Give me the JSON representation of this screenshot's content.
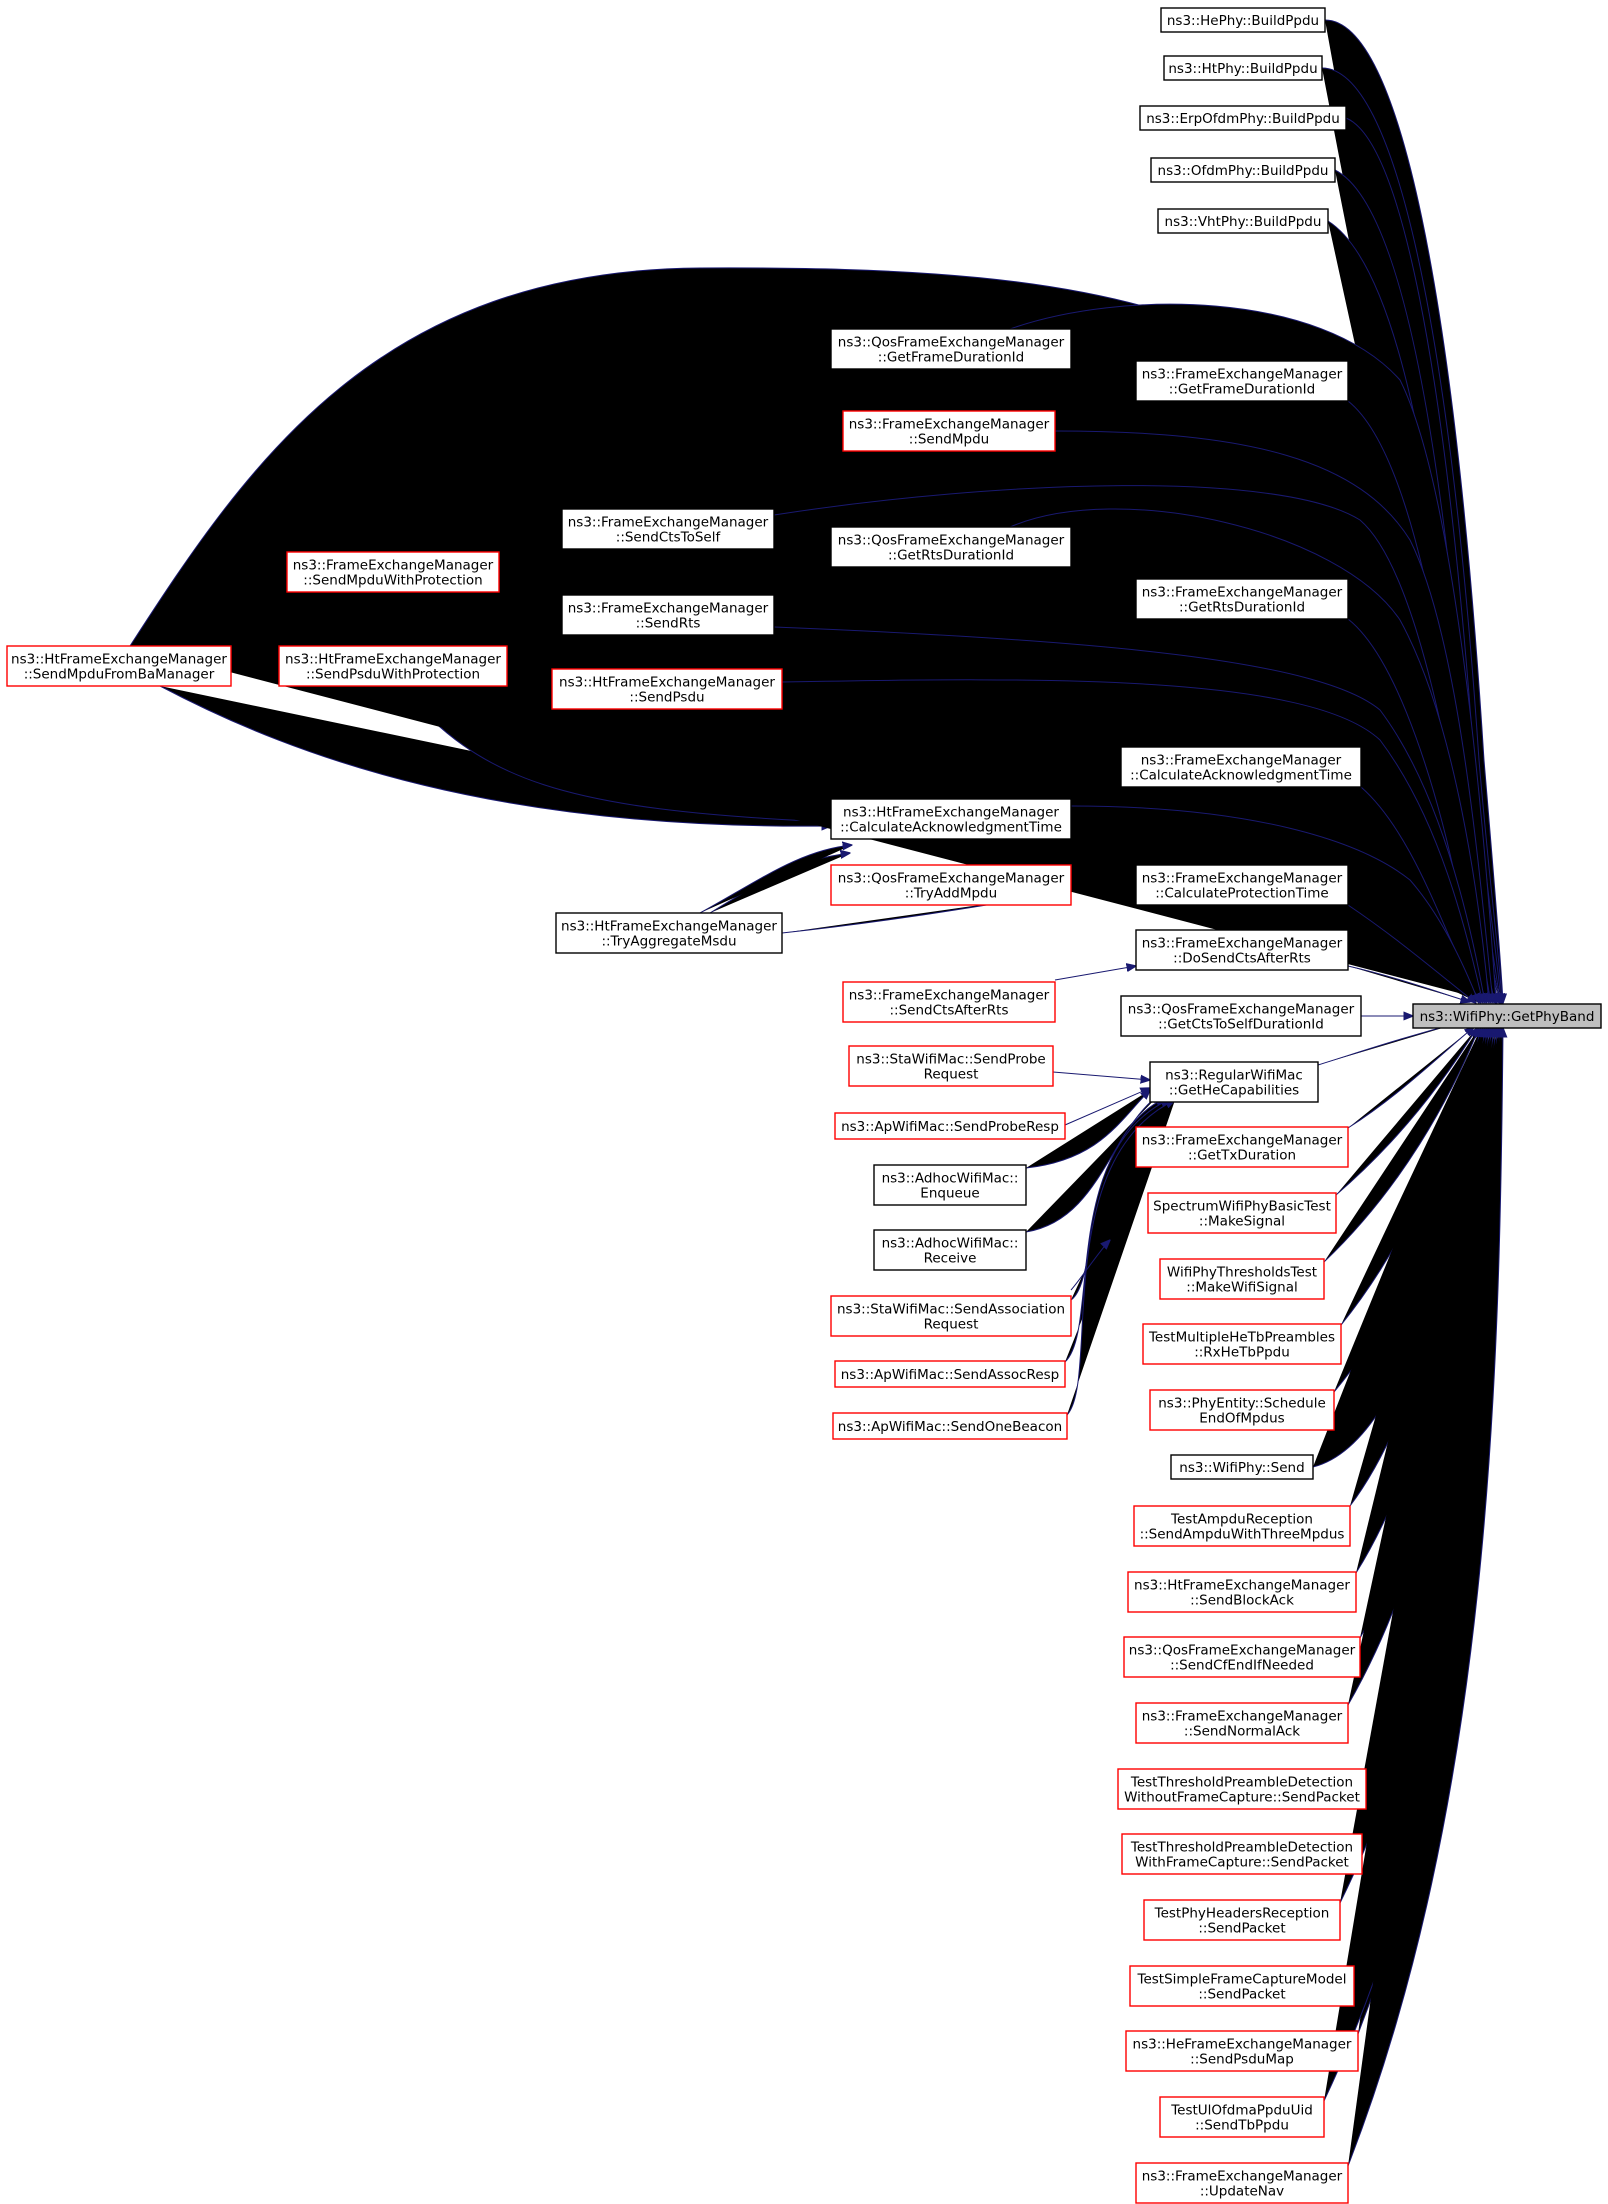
{
  "colors": {
    "edge": "#191970",
    "node_border_black": "#000000",
    "node_border_red": "#ff0000",
    "target_fill": "#bfbfbf",
    "background": "#ffffff"
  },
  "target": {
    "lines": [
      "ns3::WifiPhy::GetPhyBand"
    ]
  },
  "nodes": [
    {
      "id": "heBuild",
      "lines": [
        "ns3::HePhy::BuildPpdu"
      ],
      "border": "black"
    },
    {
      "id": "htBuild",
      "lines": [
        "ns3::HtPhy::BuildPpdu"
      ],
      "border": "black"
    },
    {
      "id": "erpBuild",
      "lines": [
        "ns3::ErpOfdmPhy::BuildPpdu"
      ],
      "border": "black"
    },
    {
      "id": "ofdmBuild",
      "lines": [
        "ns3::OfdmPhy::BuildPpdu"
      ],
      "border": "black"
    },
    {
      "id": "vhtBuild",
      "lines": [
        "ns3::VhtPhy::BuildPpdu"
      ],
      "border": "black"
    },
    {
      "id": "qosGetFrameDur",
      "lines": [
        "ns3::QosFrameExchangeManager",
        "::GetFrameDurationId"
      ],
      "border": "black"
    },
    {
      "id": "femGetFrameDur",
      "lines": [
        "ns3::FrameExchangeManager",
        "::GetFrameDurationId"
      ],
      "border": "black"
    },
    {
      "id": "femSendMpdu",
      "lines": [
        "ns3::FrameExchangeManager",
        "::SendMpdu"
      ],
      "border": "red"
    },
    {
      "id": "femSendCtsToSelf",
      "lines": [
        "ns3::FrameExchangeManager",
        "::SendCtsToSelf"
      ],
      "border": "black"
    },
    {
      "id": "femSendMpduWP",
      "lines": [
        "ns3::FrameExchangeManager",
        "::SendMpduWithProtection"
      ],
      "border": "red"
    },
    {
      "id": "qosGetRtsDur",
      "lines": [
        "ns3::QosFrameExchangeManager",
        "::GetRtsDurationId"
      ],
      "border": "black"
    },
    {
      "id": "femGetRtsDur",
      "lines": [
        "ns3::FrameExchangeManager",
        "::GetRtsDurationId"
      ],
      "border": "black"
    },
    {
      "id": "femSendRts",
      "lines": [
        "ns3::FrameExchangeManager",
        "::SendRts"
      ],
      "border": "black"
    },
    {
      "id": "htSendMpduFromBa",
      "lines": [
        "ns3::HtFrameExchangeManager",
        "::SendMpduFromBaManager"
      ],
      "border": "red"
    },
    {
      "id": "htSendPsduWP",
      "lines": [
        "ns3::HtFrameExchangeManager",
        "::SendPsduWithProtection"
      ],
      "border": "red"
    },
    {
      "id": "htSendPsdu",
      "lines": [
        "ns3::HtFrameExchangeManager",
        "::SendPsdu"
      ],
      "border": "red"
    },
    {
      "id": "femCalcAck",
      "lines": [
        "ns3::FrameExchangeManager",
        "::CalculateAcknowledgmentTime"
      ],
      "border": "black"
    },
    {
      "id": "htCalcAck",
      "lines": [
        "ns3::HtFrameExchangeManager",
        "::CalculateAcknowledgmentTime"
      ],
      "border": "black"
    },
    {
      "id": "qosTryAddMpdu",
      "lines": [
        "ns3::QosFrameExchangeManager",
        "::TryAddMpdu"
      ],
      "border": "red"
    },
    {
      "id": "femCalcProt",
      "lines": [
        "ns3::FrameExchangeManager",
        "::CalculateProtectionTime"
      ],
      "border": "black"
    },
    {
      "id": "htTryAggMsdu",
      "lines": [
        "ns3::HtFrameExchangeManager",
        "::TryAggregateMsdu"
      ],
      "border": "black"
    },
    {
      "id": "femDoSendCts",
      "lines": [
        "ns3::FrameExchangeManager",
        "::DoSendCtsAfterRts"
      ],
      "border": "black"
    },
    {
      "id": "femSendCtsAfterRts",
      "lines": [
        "ns3::FrameExchangeManager",
        "::SendCtsAfterRts"
      ],
      "border": "red"
    },
    {
      "id": "qosGetCtsToSelf",
      "lines": [
        "ns3::QosFrameExchangeManager",
        "::GetCtsToSelfDurationId"
      ],
      "border": "black"
    },
    {
      "id": "regGetHeCap",
      "lines": [
        "ns3::RegularWifiMac",
        "::GetHeCapabilities"
      ],
      "border": "black"
    },
    {
      "id": "staSendProbe",
      "lines": [
        "ns3::StaWifiMac::SendProbe",
        "Request"
      ],
      "border": "red"
    },
    {
      "id": "apSendProbeResp",
      "lines": [
        "ns3::ApWifiMac::SendProbeResp"
      ],
      "border": "red"
    },
    {
      "id": "adhocEnqueue",
      "lines": [
        "ns3::AdhocWifiMac::",
        "Enqueue"
      ],
      "border": "black"
    },
    {
      "id": "adhocReceive",
      "lines": [
        "ns3::AdhocWifiMac::",
        "Receive"
      ],
      "border": "black"
    },
    {
      "id": "staSendAssoc",
      "lines": [
        "ns3::StaWifiMac::SendAssociation",
        "Request"
      ],
      "border": "red"
    },
    {
      "id": "apSendAssocResp",
      "lines": [
        "ns3::ApWifiMac::SendAssocResp"
      ],
      "border": "red"
    },
    {
      "id": "apSendOneBeacon",
      "lines": [
        "ns3::ApWifiMac::SendOneBeacon"
      ],
      "border": "red"
    },
    {
      "id": "femGetTxDur",
      "lines": [
        "ns3::FrameExchangeManager",
        "::GetTxDuration"
      ],
      "border": "red"
    },
    {
      "id": "specMakeSignal",
      "lines": [
        "SpectrumWifiPhyBasicTest",
        "::MakeSignal"
      ],
      "border": "red"
    },
    {
      "id": "thrMakeWifiSignal",
      "lines": [
        "WifiPhyThresholdsTest",
        "::MakeWifiSignal"
      ],
      "border": "red"
    },
    {
      "id": "multiRxHeTb",
      "lines": [
        "TestMultipleHeTbPreambles",
        "::RxHeTbPpdu"
      ],
      "border": "red"
    },
    {
      "id": "phyEntitySchedule",
      "lines": [
        "ns3::PhyEntity::Schedule",
        "EndOfMpdus"
      ],
      "border": "red"
    },
    {
      "id": "wifiPhySend",
      "lines": [
        "ns3::WifiPhy::Send"
      ],
      "border": "black"
    },
    {
      "id": "ampduSendThree",
      "lines": [
        "TestAmpduReception",
        "::SendAmpduWithThreeMpdus"
      ],
      "border": "red"
    },
    {
      "id": "htSendBlockAck",
      "lines": [
        "ns3::HtFrameExchangeManager",
        "::SendBlockAck"
      ],
      "border": "red"
    },
    {
      "id": "qosSendCfEnd",
      "lines": [
        "ns3::QosFrameExchangeManager",
        "::SendCfEndIfNeeded"
      ],
      "border": "red"
    },
    {
      "id": "femSendNormalAck",
      "lines": [
        "ns3::FrameExchangeManager",
        "::SendNormalAck"
      ],
      "border": "red"
    },
    {
      "id": "thrWithout",
      "lines": [
        "TestThresholdPreambleDetection",
        "WithoutFrameCapture::SendPacket"
      ],
      "border": "red"
    },
    {
      "id": "thrWith",
      "lines": [
        "TestThresholdPreambleDetection",
        "WithFrameCapture::SendPacket"
      ],
      "border": "red"
    },
    {
      "id": "phyHdrSend",
      "lines": [
        "TestPhyHeadersReception",
        "::SendPacket"
      ],
      "border": "red"
    },
    {
      "id": "simpleCapSend",
      "lines": [
        "TestSimpleFrameCaptureModel",
        "::SendPacket"
      ],
      "border": "red"
    },
    {
      "id": "heSendPsduMap",
      "lines": [
        "ns3::HeFrameExchangeManager",
        "::SendPsduMap"
      ],
      "border": "red"
    },
    {
      "id": "ulOfdmaSendTb",
      "lines": [
        "TestUlOfdmaPpduUid",
        "::SendTbPpdu"
      ],
      "border": "red"
    },
    {
      "id": "femUpdateNav",
      "lines": [
        "ns3::FrameExchangeManager",
        "::UpdateNav"
      ],
      "border": "red"
    }
  ]
}
